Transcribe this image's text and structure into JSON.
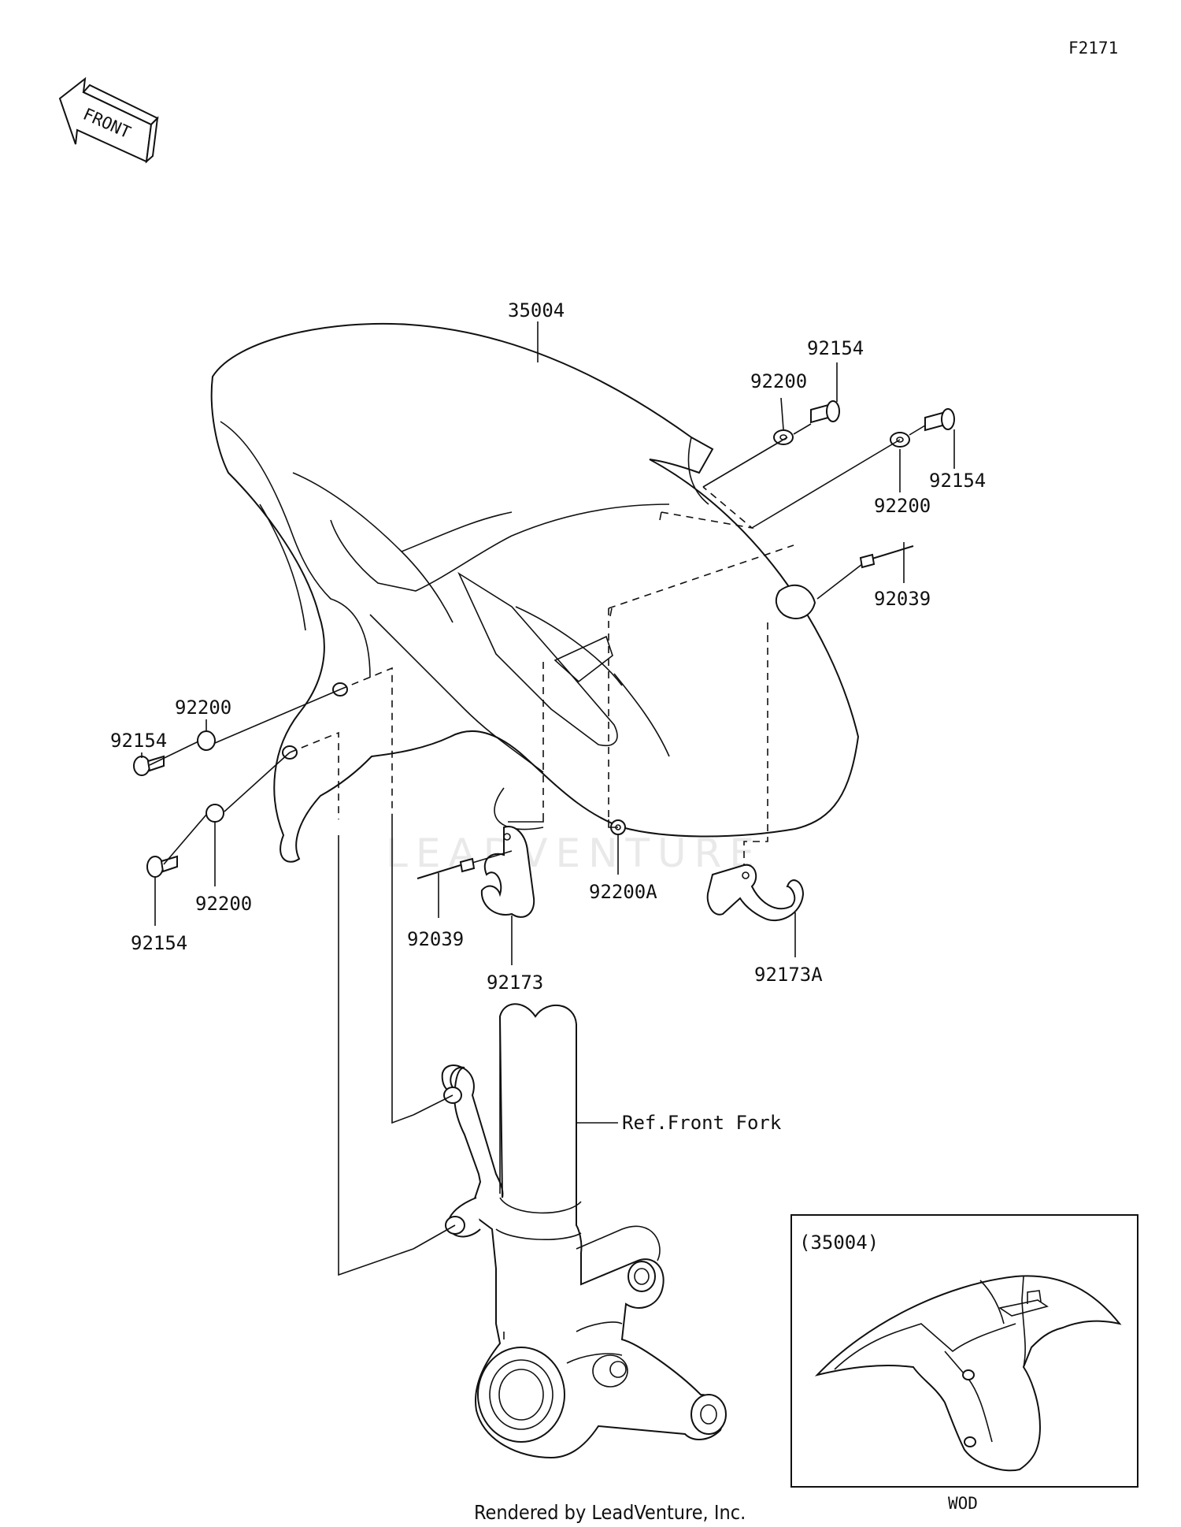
{
  "figure_code": "F2171",
  "front_indicator": "FRONT",
  "watermark": "LEADVENTURE",
  "footer": "Rendered by LeadVenture, Inc.",
  "reference_label": "Ref.Front Fork",
  "inset": {
    "title": "(35004)",
    "caption": "WOD"
  },
  "callouts": {
    "fender": "35004",
    "bolt_top_mid": "92154",
    "washer_top_mid": "92200",
    "washer_top_right": "92200",
    "bolt_top_right": "92154",
    "rivet_right": "92039",
    "washer_left_upper": "92200",
    "bolt_left_upper": "92154",
    "washer_left_lower": "92200",
    "bolt_left_lower": "92154",
    "rivet_center": "92039",
    "clamp_left": "92173",
    "washer_center": "92200A",
    "clamp_right": "92173A"
  }
}
